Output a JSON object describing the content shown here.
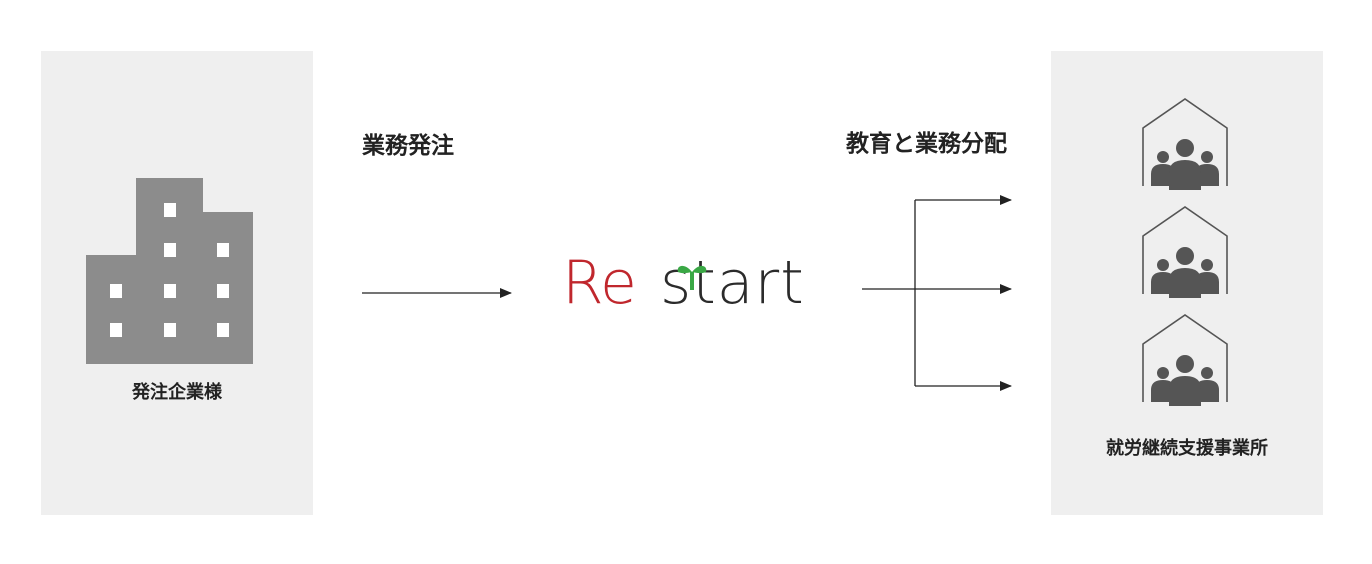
{
  "labels": {
    "client": "発注企業様",
    "provider": "就労継続支援事業所",
    "order": "業務発注",
    "distribute": "教育と業務分配"
  },
  "logo": {
    "part1": "Re",
    "part2": "start",
    "colors": {
      "re": "#c0272d",
      "text": "#2b2b2b",
      "sprout": "#3aa845"
    }
  },
  "icons": {
    "building": "building-icon",
    "house_group": "house-group-icon"
  },
  "colors": {
    "panel": "#efefef",
    "building": "#8c8c8c",
    "window": "#ffffff",
    "icon": "#555555",
    "arrow": "#222222"
  }
}
